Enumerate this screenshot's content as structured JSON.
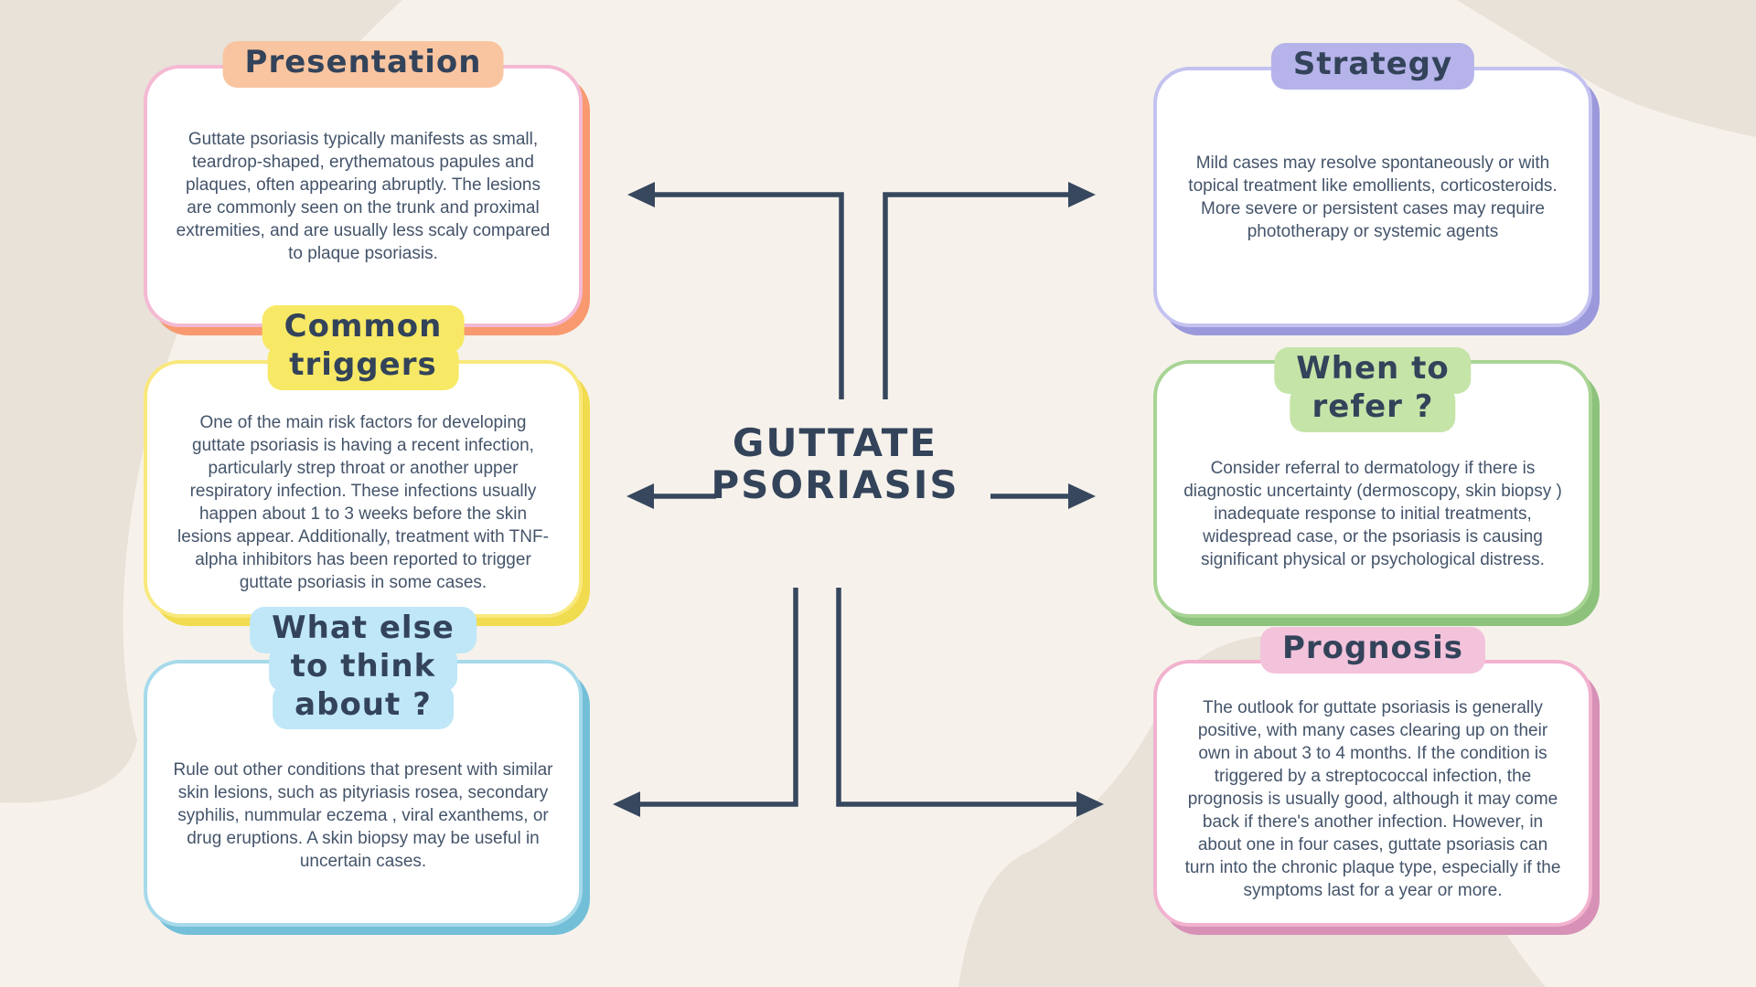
{
  "center": {
    "title": "GUTTATE\nPSORIASIS"
  },
  "cards": {
    "presentation": {
      "title": "Presentation",
      "body": "Guttate psoriasis typically manifests as small, teardrop-shaped, erythematous papules and plaques, often appearing abruptly. The lesions are commonly seen on the trunk and proximal extremities, and are usually less scaly compared to plaque psoriasis.",
      "badge_color": "#F9C5A0",
      "border_color": "#F4B9D3",
      "shadow_color": "#F8996F"
    },
    "common_triggers": {
      "title": "Common\ntriggers",
      "body": "One of the main risk factors for developing guttate psoriasis is having a recent infection, particularly strep throat or another upper respiratory infection. These infections usually happen about 1 to 3 weeks before the skin lesions appear. Additionally, treatment with TNF-alpha inhibitors has been reported to trigger guttate psoriasis in some cases.",
      "badge_color": "#F7E965",
      "border_color": "#F9E87D",
      "shadow_color": "#F1DB4F"
    },
    "what_else": {
      "title": "What else\nto think\nabout ?",
      "body": "Rule out other conditions that present with similar skin lesions, such as pityriasis rosea, secondary syphilis,  nummular eczema , viral exanthems, or drug eruptions. A skin biopsy may be useful in uncertain cases.",
      "badge_color": "#BFE7F8",
      "border_color": "#A6DAEB",
      "shadow_color": "#74BFD8"
    },
    "strategy": {
      "title": "Strategy",
      "body": "Mild cases may resolve spontaneously or with topical treatment like emollients, corticosteroids. More severe or persistent cases may require phototherapy or systemic agents",
      "badge_color": "#B6B3EA",
      "border_color": "#C4C2F0",
      "shadow_color": "#9B99DB"
    },
    "when_to_refer": {
      "title": "When to\nrefer ?",
      "body": "Consider referral to dermatology if there is diagnostic uncertainty (dermoscopy, skin biopsy ) inadequate response to initial treatments, widespread case, or the psoriasis is causing significant physical or psychological distress.",
      "badge_color": "#C5E4A8",
      "border_color": "#A8D494",
      "shadow_color": "#8CC27B"
    },
    "prognosis": {
      "title": "Prognosis",
      "body": "The outlook for guttate psoriasis is generally positive, with many cases clearing up on their own in about 3 to 4 months. If the condition is triggered by a streptococcal infection, the prognosis is usually good, although it may come back if there's another infection. However, in about one in four cases, guttate psoriasis can turn into the chronic plaque type, especially if the symptoms last for a year or more.",
      "badge_color": "#F3C3DB",
      "border_color": "#F2B2CF",
      "shadow_color": "#D791B7"
    }
  },
  "colors": {
    "background": "#F6F2EB",
    "blob": "#E8E2D8",
    "text": "#44546A",
    "heading_text": "#33435A",
    "connector": "#36475E"
  }
}
